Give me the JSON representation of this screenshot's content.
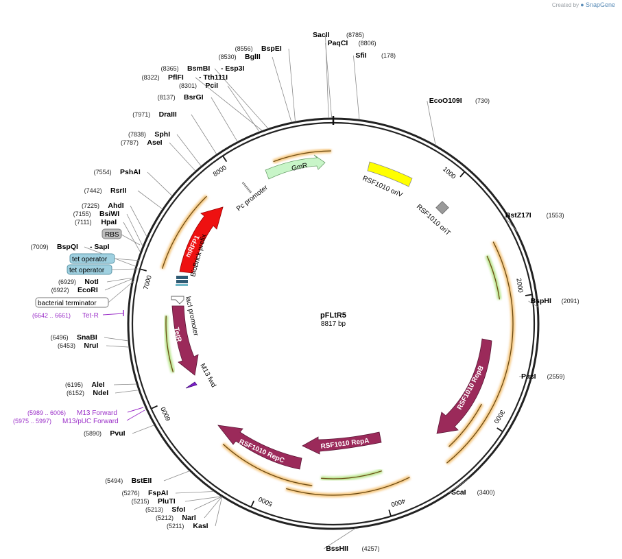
{
  "credit": {
    "prefix": "Created by",
    "brand": "SnapGene"
  },
  "plasmid": {
    "name": "pFLtR5",
    "size_label": "8817 bp",
    "length": 8817
  },
  "ruler": [
    "1000",
    "2000",
    "3000",
    "4000",
    "5000",
    "6000",
    "7000",
    "8000"
  ],
  "sites": [
    {
      "name": "SacII",
      "pos": "(8785)"
    },
    {
      "name": "PaqCI",
      "pos": "(8806)"
    },
    {
      "name": "SfiI",
      "pos": "(178)"
    },
    {
      "name": "EcoO109I",
      "pos": "(730)"
    },
    {
      "name": "BstZ17I",
      "pos": "(1553)"
    },
    {
      "name": "BspHI",
      "pos": "(2091)"
    },
    {
      "name": "PasI",
      "pos": "(2559)"
    },
    {
      "name": "ScaI",
      "pos": "(3400)"
    },
    {
      "name": "BssHII",
      "pos": "(4257)"
    },
    {
      "name": "KasI",
      "pos": "(5211)"
    },
    {
      "name": "NarI",
      "pos": "(5212)"
    },
    {
      "name": "SfoI",
      "pos": "(5213)"
    },
    {
      "name": "PluTI",
      "pos": "(5215)"
    },
    {
      "name": "FspAI",
      "pos": "(5276)"
    },
    {
      "name": "BstEII",
      "pos": "(5494)"
    },
    {
      "name": "PvuI",
      "pos": "(5890)"
    },
    {
      "name": "NdeI",
      "pos": "(6152)"
    },
    {
      "name": "AleI",
      "pos": "(6195)"
    },
    {
      "name": "NruI",
      "pos": "(6453)"
    },
    {
      "name": "SnaBI",
      "pos": "(6496)"
    },
    {
      "name": "EcoRI",
      "pos": "(6922)"
    },
    {
      "name": "NotI",
      "pos": "(6929)"
    },
    {
      "name": "BspQI",
      "pos": "(7009)"
    },
    {
      "name": "HpaI",
      "pos": "(7111)"
    },
    {
      "name": "BsiWI",
      "pos": "(7155)"
    },
    {
      "name": "AhdI",
      "pos": "(7225)"
    },
    {
      "name": "RsrII",
      "pos": "(7442)"
    },
    {
      "name": "PshAI",
      "pos": "(7554)"
    },
    {
      "name": "AseI",
      "pos": "(7787)"
    },
    {
      "name": "SphI",
      "pos": "(7838)"
    },
    {
      "name": "DraIII",
      "pos": "(7971)"
    },
    {
      "name": "BsrGI",
      "pos": "(8137)"
    },
    {
      "name": "PciI",
      "pos": "(8301)"
    },
    {
      "name": "PflFI",
      "pos": "(8322)"
    },
    {
      "name": "BsmBI",
      "pos": "(8365)"
    },
    {
      "name": "BglII",
      "pos": "(8530)"
    },
    {
      "name": "BspEI",
      "pos": "(8556)"
    }
  ],
  "site_extras": {
    "sapI": "- SapI",
    "esp3I": "- Esp3I",
    "tth111I": "- Tth111I"
  },
  "features": {
    "gmr": "GmR",
    "rsf_oriv": "RSF1010 oriV",
    "rsf_orit": "RSF1010 oriT",
    "pc_promoter": "Pc promoter",
    "mrfp1": "mRFP1",
    "biobrick": "BioBrick prefix",
    "lac_promoter": "lacI promoter",
    "tetr": "TetR",
    "m13fwd": "M13 fwd",
    "repb": "RSF1010 RepB",
    "repa": "RSF1010 RepA",
    "repc": "RSF1010 RepC"
  },
  "chips": {
    "rbs": "RBS",
    "tet_op1": "tet operator",
    "tet_op2": "tet operator",
    "terminator": "bacterial terminator"
  },
  "primers": {
    "tetr_primer_pos": "(6642 .. 6661)",
    "tetr_primer": "Tet-R",
    "m13f_pos": "(5989 .. 6006)",
    "m13f": "M13 Forward",
    "m13puc_pos": "(5975 .. 5997)",
    "m13puc": "M13/pUC Forward"
  },
  "colors": {
    "backbone": "#222222",
    "orf_orange": "#f5c57a",
    "orf_green": "#b7e58a",
    "gene_purple": "#9b2a5a",
    "mrfp": "#ee1111",
    "gmr": "#c8f5c8",
    "oriv": "#ffff00",
    "primer": "#9b30c8"
  }
}
